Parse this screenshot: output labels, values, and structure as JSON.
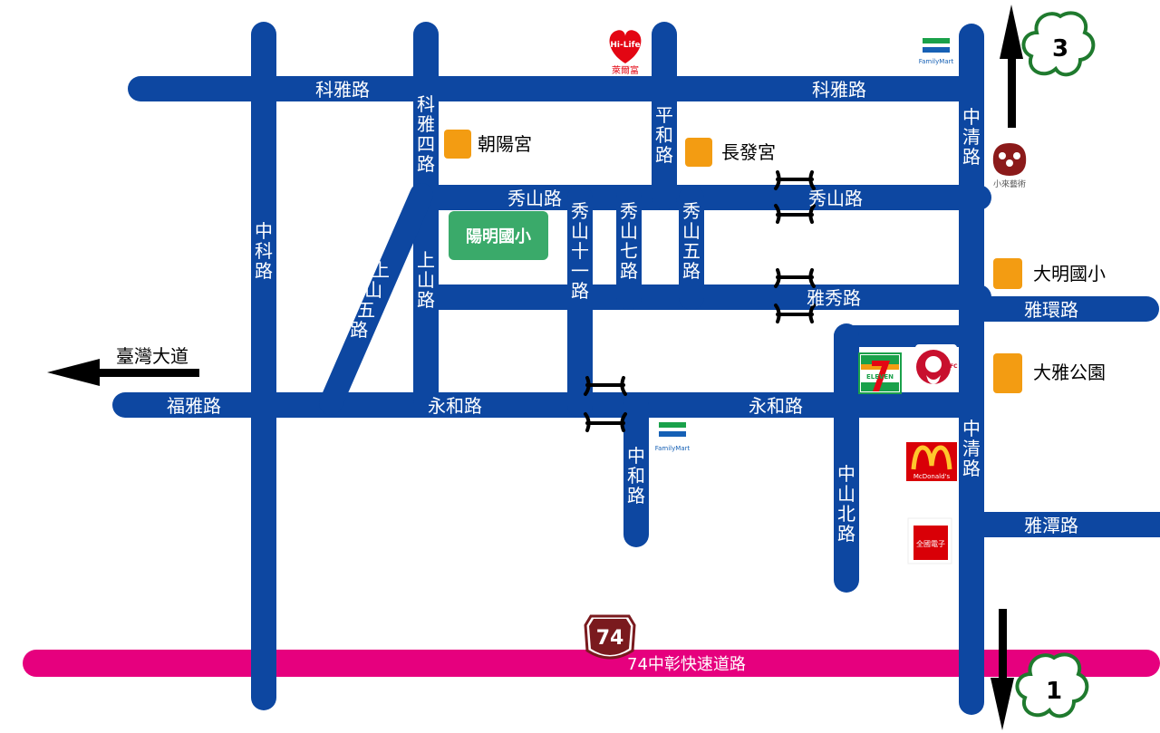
{
  "roads": {
    "keya_left": "科雅路",
    "keya_right": "科雅路",
    "keya4": "科雅四路",
    "zhongke": "中科路",
    "pinghe": "平和路",
    "zhongqing_top": "中清路",
    "zhongqing_mid": "中清路",
    "xiushan_left": "秀山路",
    "xiushan_right": "秀山路",
    "xiushan11": "秀山十一路",
    "xiushan7": "秀山七路",
    "xiushan5": "秀山五路",
    "shangshan": "上山路",
    "shangshan5": "上山五路",
    "yaxiu": "雅秀路",
    "yahuan": "雅環路",
    "yongho_left": "永和路",
    "yongho_right": "永和路",
    "fuya": "福雅路",
    "zhonghe": "中和路",
    "zhongshanbei": "中山北路",
    "yatan": "雅潭路",
    "highway": "74中彰快速道路"
  },
  "directions": {
    "taiwan_blvd": "臺灣大道",
    "exit_top": "3",
    "exit_bottom": "1"
  },
  "highway_shield": "74",
  "landmarks": {
    "chaoyang_temple": "朝陽宮",
    "changfa_temple": "長發宮",
    "yangming_school": "陽明國小",
    "daming_school": "大明國小",
    "daya_park": "大雅公園"
  },
  "logos": {
    "hilife_text": "Hi-Life",
    "hilife_sub": "萊爾富",
    "familymart": "FamilyMart",
    "seven_eleven": "ELEVEN",
    "kfc": "KFC",
    "mcdonalds": "McDonald's",
    "elec": "全國電子",
    "xiaolai": "小來藝術"
  },
  "colors": {
    "road": "#0d47a1",
    "highway": "#e6007e",
    "landmark": "#f39c12",
    "school": "#3aaa6a",
    "shield": "#7a1a1e",
    "familymart_green": "#1aa14a",
    "familymart_blue": "#1660b5"
  }
}
